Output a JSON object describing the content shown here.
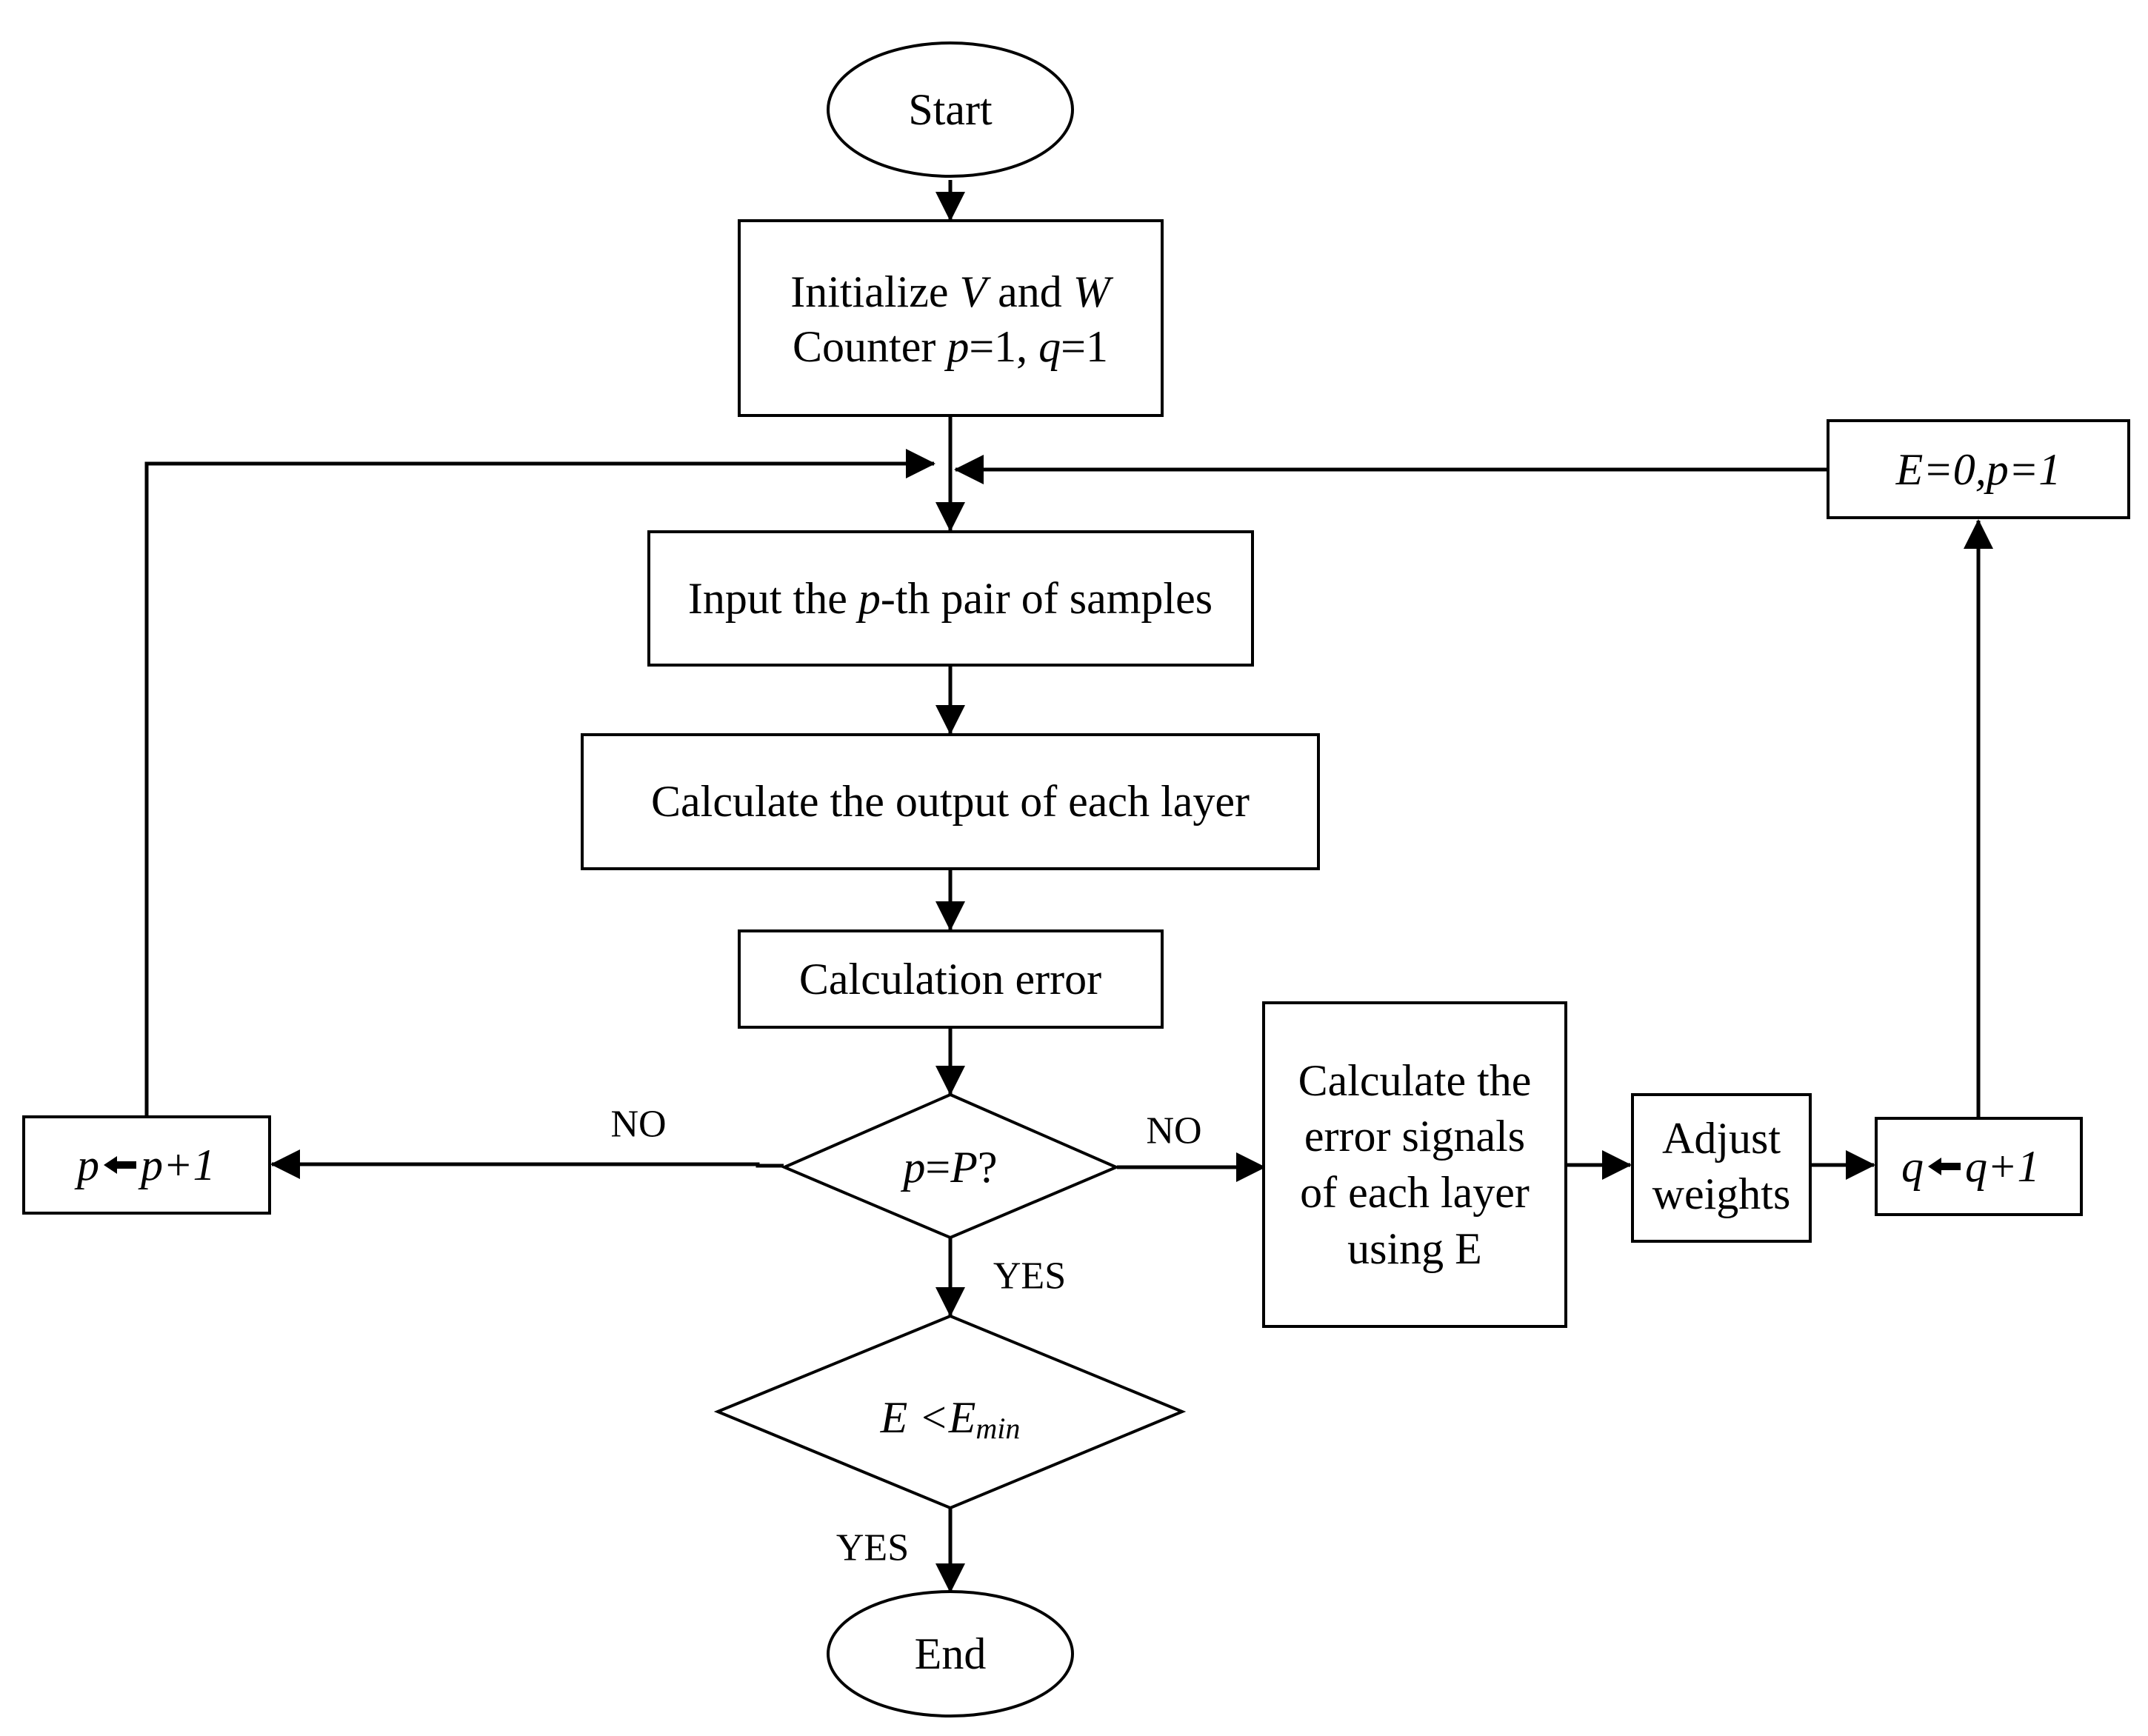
{
  "nodes": {
    "start": {
      "text": "Start"
    },
    "init": {
      "line1": {
        "a": "Initialize ",
        "b": "V",
        "c": " and ",
        "d": "W"
      },
      "line2": {
        "a": "Counter ",
        "b": "p",
        "c": "=1, ",
        "d": "q",
        "e": "=1"
      }
    },
    "input": {
      "a": "Input the ",
      "b": "p",
      "c": "-th pair of samples"
    },
    "calc_output": {
      "text": "Calculate the output of each layer"
    },
    "calc_error": {
      "text": "Calculation error"
    },
    "decision_p": {
      "a": "p",
      "b": "=",
      "c": "P",
      "d": "?"
    },
    "decision_e": {
      "a": "E <E",
      "sub": "min"
    },
    "end": {
      "text": "End"
    },
    "p_increment": {
      "a": "p",
      "b": "p+1"
    },
    "error_signals": {
      "lines": [
        "Calculate the",
        "error signals",
        "of each layer",
        "using E"
      ]
    },
    "adjust_weights": {
      "lines": [
        "Adjust",
        "weights"
      ]
    },
    "q_increment": {
      "a": "q",
      "b": "q+1"
    },
    "reset": {
      "text": "E=0,p=1"
    }
  },
  "edge_labels": {
    "p_no_left": "NO",
    "p_no_right": "NO",
    "p_yes": "YES",
    "e_yes": "YES"
  }
}
